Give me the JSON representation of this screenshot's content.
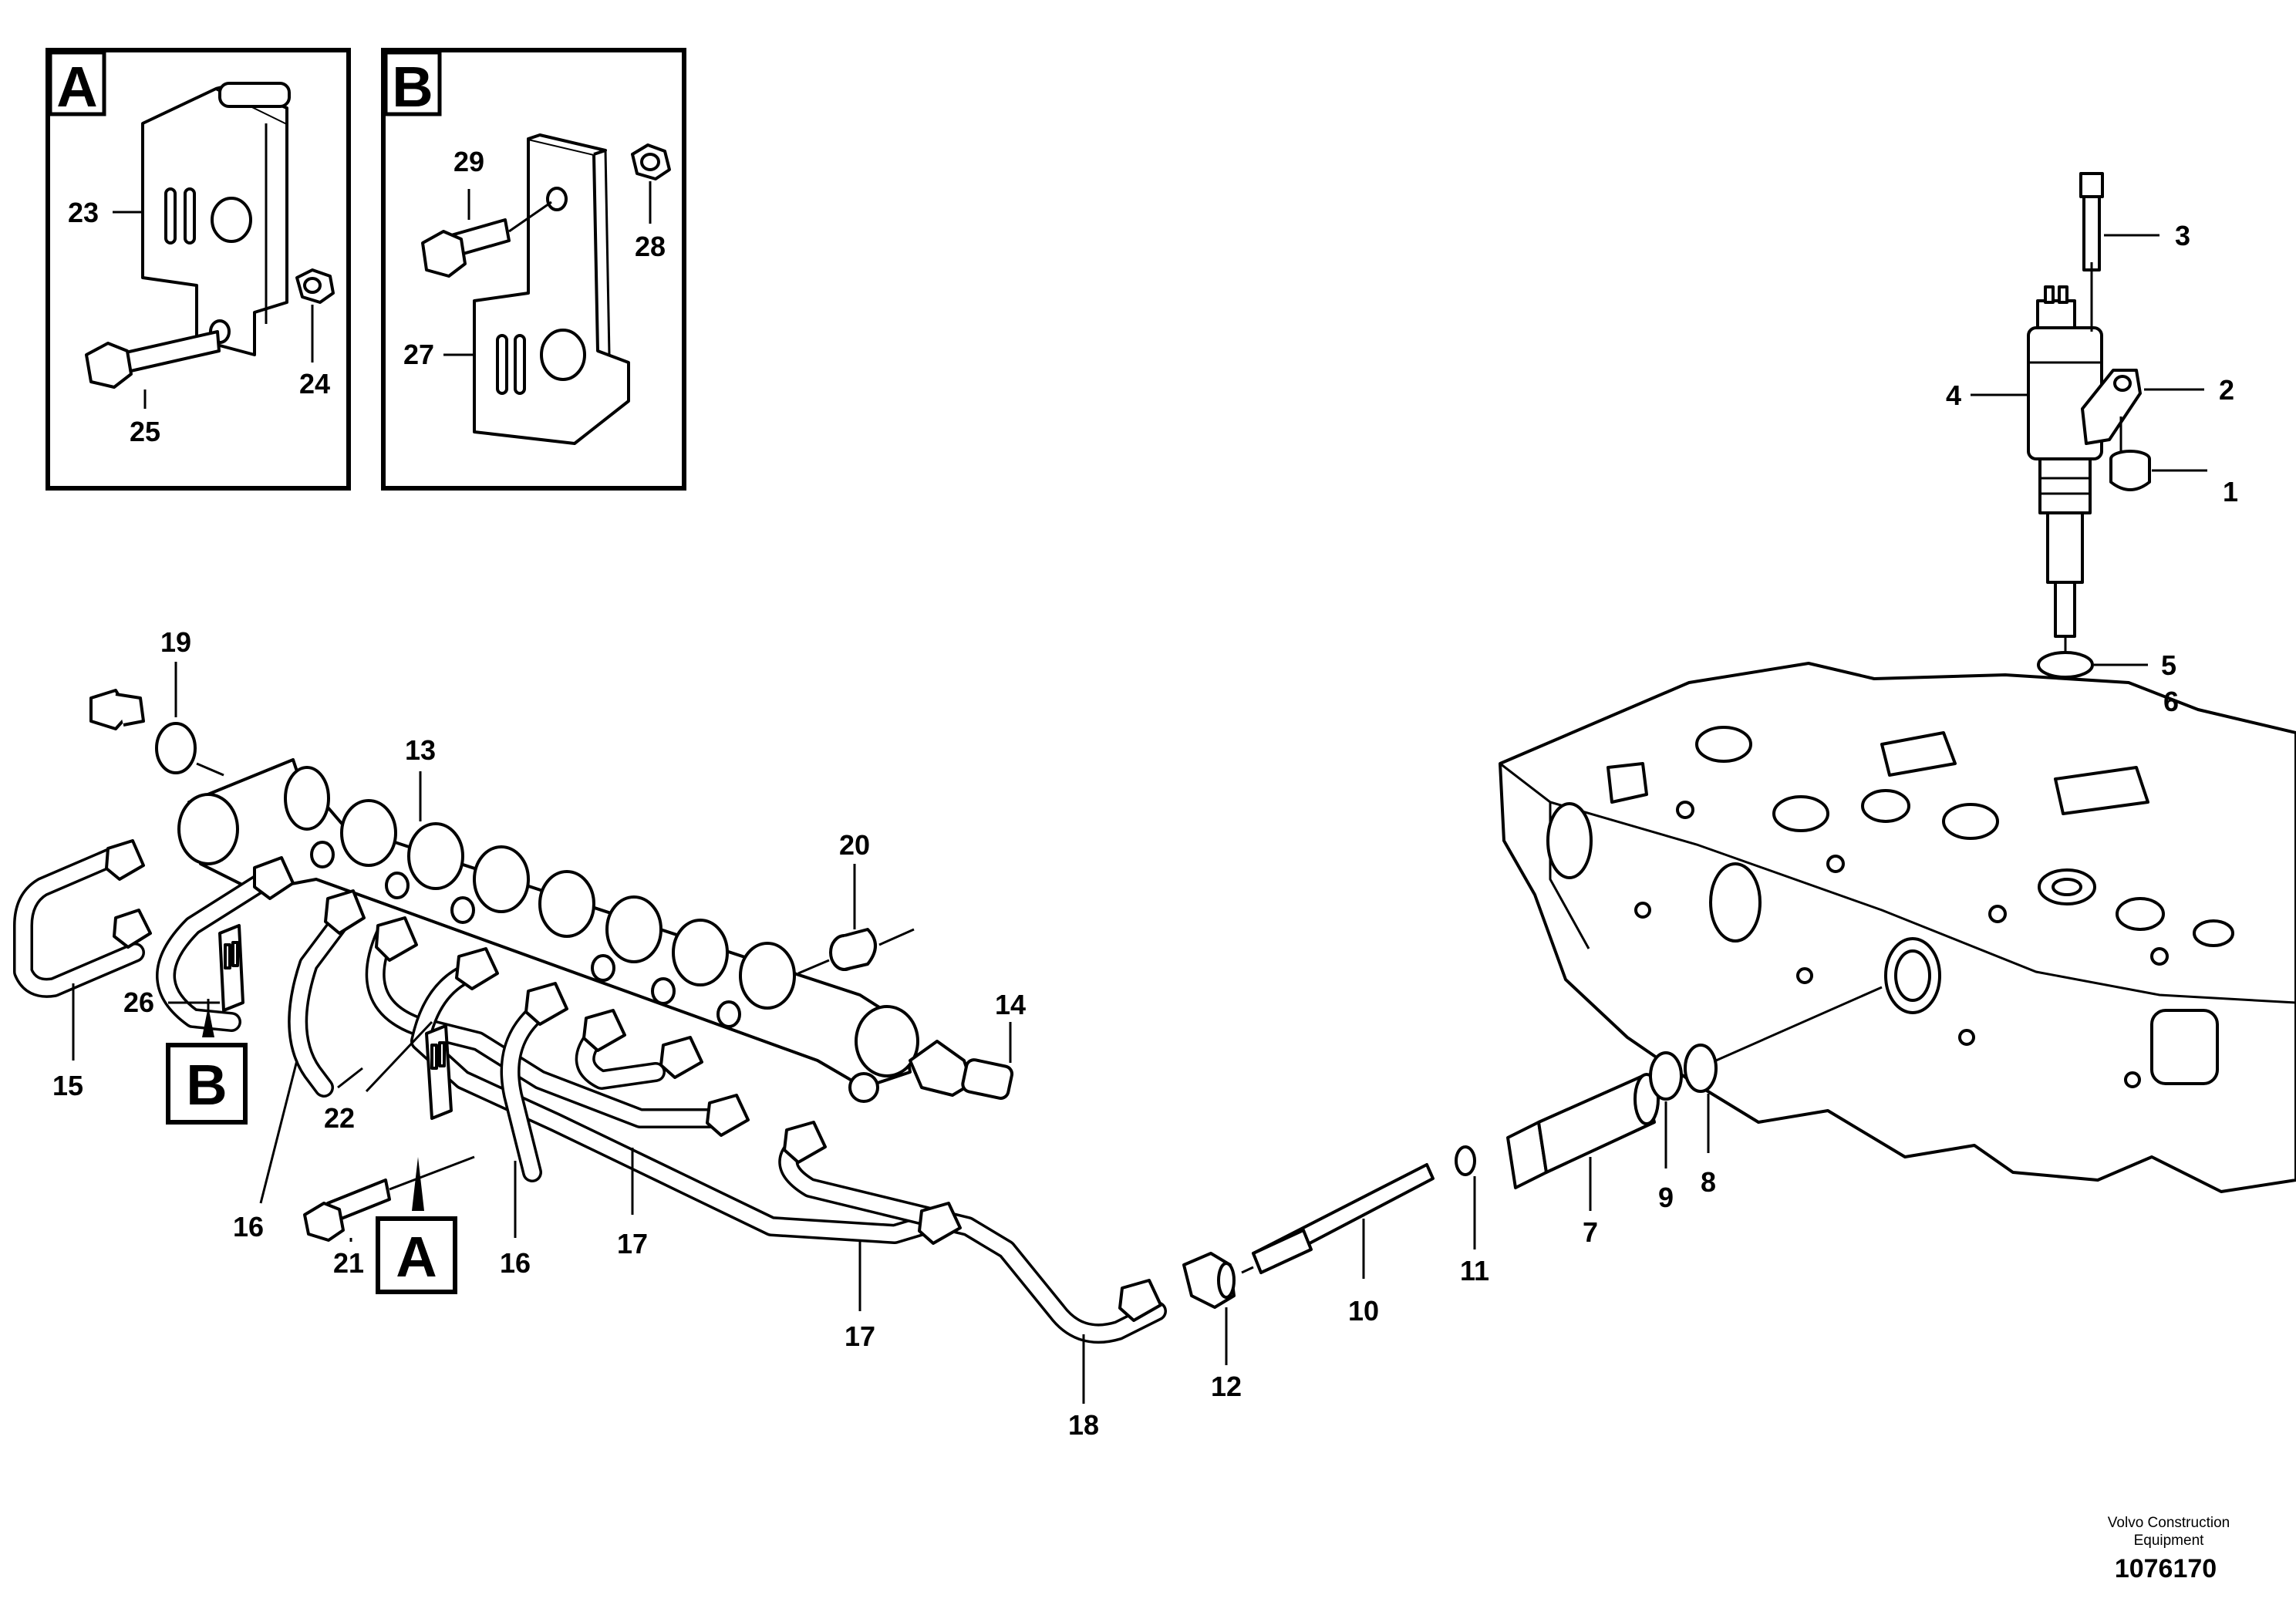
{
  "inset_a": {
    "letter": "A",
    "labels": [
      "23",
      "24",
      "25"
    ]
  },
  "inset_b": {
    "letter": "B",
    "labels": [
      "29",
      "28",
      "27"
    ]
  },
  "callouts": {
    "c1": "1",
    "c2": "2",
    "c3": "3",
    "c4": "4",
    "c5": "5",
    "c6": "6",
    "c7": "7",
    "c8": "8",
    "c9": "9",
    "c10": "10",
    "c11": "11",
    "c12": "12",
    "c13": "13",
    "c14": "14",
    "c15": "15",
    "c16a": "16",
    "c16b": "16",
    "c17a": "17",
    "c17b": "17",
    "c18": "18",
    "c19": "19",
    "c20": "20",
    "c21": "21",
    "c22": "22",
    "c26": "26"
  },
  "detail_markers": {
    "a": "A",
    "b": "B"
  },
  "publisher": {
    "line1": "Volvo Construction",
    "line2": "Equipment",
    "doc_number": "1076170"
  }
}
